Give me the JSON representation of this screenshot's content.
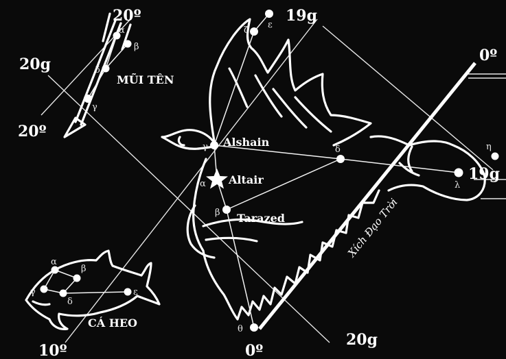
{
  "coordinate_labels": {
    "dec_20_top": "20º",
    "ra_19_top": "19g",
    "ra_20_left": "20g",
    "dec_20_left": "20º",
    "dec_0_right": "0º",
    "ra_19_right": "19g",
    "dec_10_bottom": "10º",
    "dec_0_bottom": "0º",
    "ra_20_bottom": "20g"
  },
  "equator_label": "Xích Đạo Trời",
  "constellations": {
    "sagitta": {
      "name": "MŨI TÊN",
      "greek": {
        "alpha": "α",
        "beta": "β",
        "delta": "δ",
        "gamma": "γ"
      }
    },
    "aquila": {
      "greek": {
        "zeta": "ζ",
        "epsilon": "ε",
        "gamma": "γ",
        "alpha": "α",
        "beta": "β",
        "delta": "δ",
        "lambda": "λ",
        "eta": "η",
        "theta": "θ"
      },
      "star_names": {
        "alshain": "Alshain",
        "altair": "Altair",
        "tarazed": "Tarazed"
      }
    },
    "delphinus": {
      "name": "CÁ HEO",
      "greek": {
        "alpha": "α",
        "beta": "β",
        "gamma": "γ",
        "delta": "δ",
        "epsilon": "ε"
      }
    }
  },
  "colors": {
    "background": "#0a0a0a",
    "ink": "#ffffff"
  }
}
